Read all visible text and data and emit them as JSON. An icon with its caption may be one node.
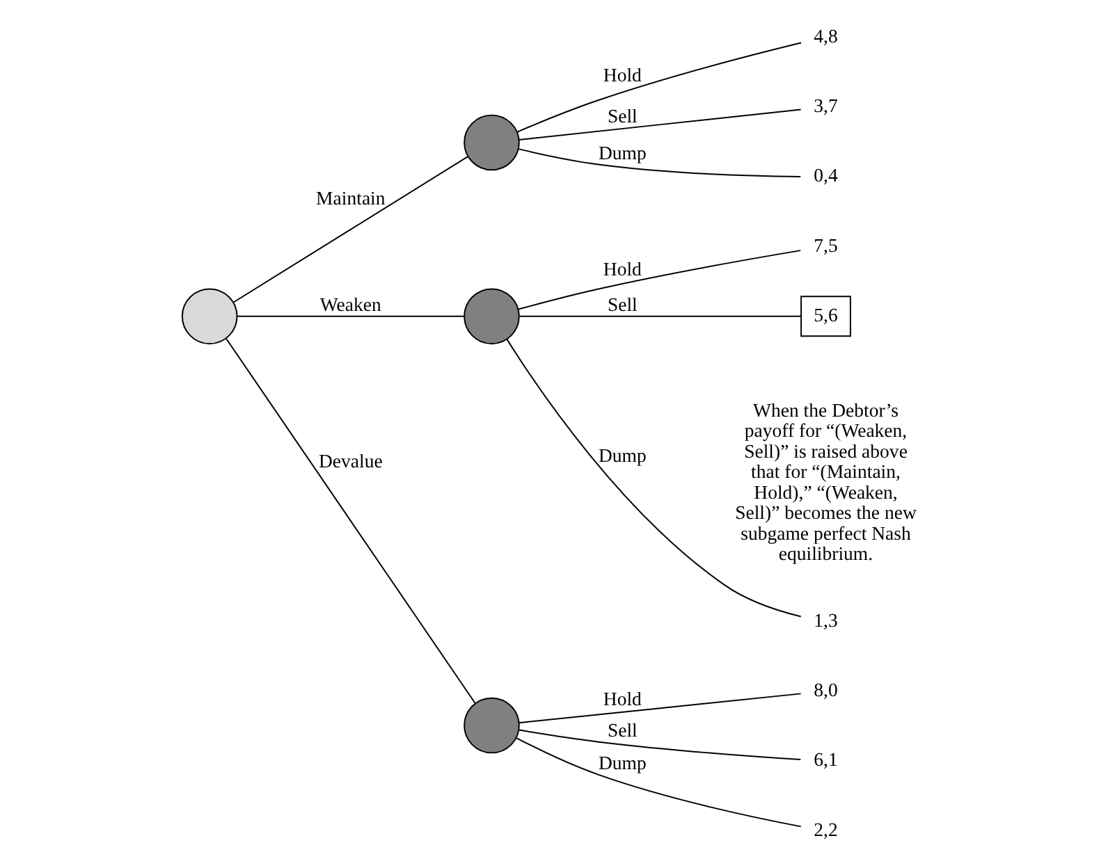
{
  "diagram": {
    "nodes": [
      {
        "text": [],
        "shape": "circle"
      },
      {
        "text": [],
        "shape": "circle"
      },
      {
        "text": [],
        "shape": "circle"
      },
      {
        "text": [],
        "shape": "circle"
      },
      {
        "text": [
          "4,8"
        ]
      },
      {
        "text": [
          "3,7"
        ]
      },
      {
        "text": [
          "0,4"
        ]
      },
      {
        "text": [
          "7,5"
        ]
      },
      {
        "text": [
          "5,6"
        ]
      },
      {
        "text": [
          "1,3"
        ]
      },
      {
        "text": [
          "8,0"
        ]
      },
      {
        "text": [
          "6,1"
        ]
      },
      {
        "text": [
          "2,2"
        ]
      }
    ],
    "edges": [
      {
        "from": 0,
        "to": 1,
        "arrow": "none",
        "label": "Maintain"
      },
      {
        "from": 0,
        "to": 2,
        "arrow": "none",
        "label": "Weaken"
      },
      {
        "from": 0,
        "to": 3,
        "arrow": "none",
        "label": "Devalue"
      },
      {
        "from": 1,
        "to": 4,
        "arrow": "none",
        "label": "Hold"
      },
      {
        "from": 1,
        "to": 5,
        "arrow": "none",
        "label": "Sell"
      },
      {
        "from": 1,
        "to": 6,
        "arrow": "none",
        "label": "Dump"
      },
      {
        "from": 2,
        "to": 7,
        "arrow": "none",
        "label": "Hold"
      },
      {
        "from": 2,
        "to": 8,
        "arrow": "none",
        "label": "Sell"
      },
      {
        "from": 2,
        "to": 9,
        "arrow": "none",
        "label": "Dump"
      },
      {
        "from": 3,
        "to": 10,
        "arrow": "none",
        "label": "Hold"
      },
      {
        "from": 3,
        "to": 11,
        "arrow": "none",
        "label": "Sell"
      },
      {
        "from": 3,
        "to": 12,
        "arrow": "none",
        "label": "Dump"
      }
    ],
    "labels": [
      "When the Debtor’s payoff for “(Weaken, Sell)” is raised above that for “(Maintain, Hold),” “(Weaken, Sell)” becomes the new subgame perfect Nash equilibrium."
    ]
  }
}
